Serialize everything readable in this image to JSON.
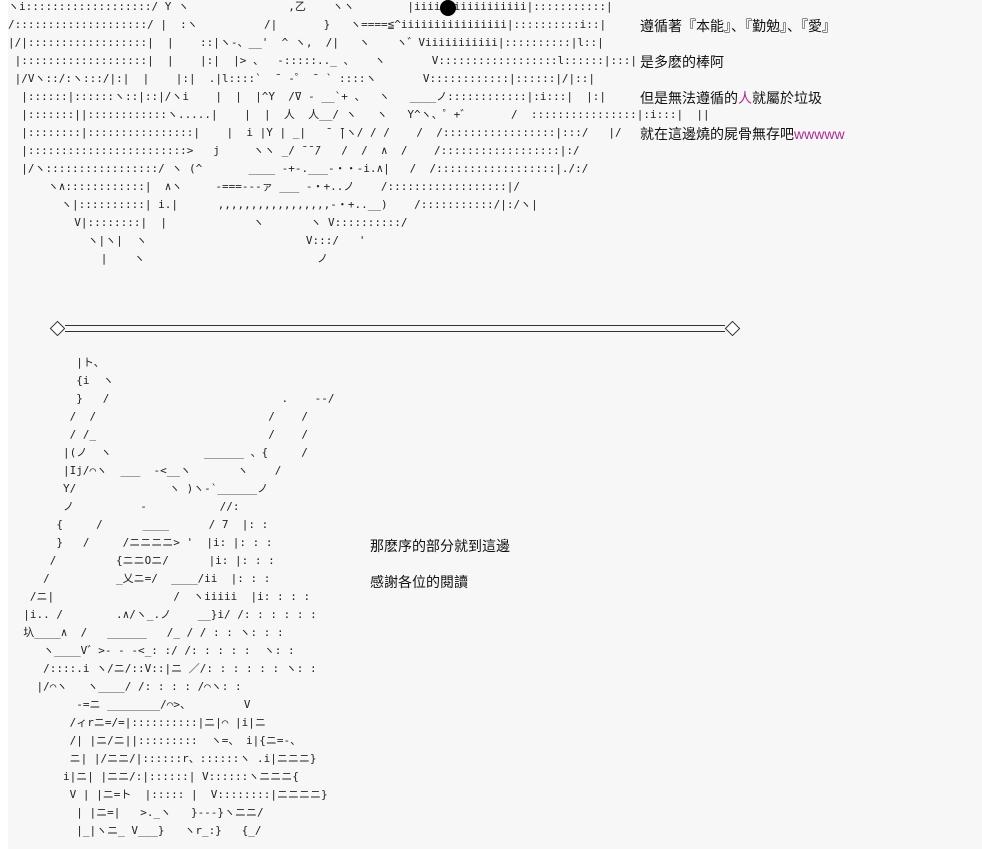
{
  "dialogue_top": [
    {
      "segments": [
        {
          "text": "遵循著『本能』、『勤勉』、『愛』",
          "hl": false
        }
      ]
    },
    {
      "segments": [
        {
          "text": "是多麽的棒阿",
          "hl": false
        }
      ]
    },
    {
      "segments": [
        {
          "text": "但是無法遵循的",
          "hl": false
        },
        {
          "text": "人",
          "hl": true
        },
        {
          "text": "就屬於垃圾",
          "hl": false
        }
      ]
    },
    {
      "segments": [
        {
          "text": "就在這邊燒的屍骨無存吧",
          "hl": false
        },
        {
          "text": "wwwww",
          "hl": true
        }
      ]
    }
  ],
  "dialogue_bottom": [
    "那麽序的部分就到這邊",
    "感謝各位的閱讀"
  ],
  "art": {
    "top": [
      "ヽi:::::::::::::::::::/ Y ヽ               ,乙    ヽヽ        |iiiiiiiiiiiiiiiii|:::::::::::|",
      "/::::::::::::::::::::/ |  :ヽ          /|       }   ヽ====≦^iiiiiiiiiiiiiiii|::::::::::i::|",
      "|/|::::::::::::::::::|  |    ::|ヽ-、__'  ^ ヽ,  /|   ヽ    ヽ゛Viiiiiiiiiii|::::::::::|l::|",
      " |:::::::::::::::::::|  |    |:|  |> 、  -:::::.._ 、   ヽ       V::::::::::::::::::l::::::|:::|",
      " |/Vヽ::/:ヽ:::/|:|  |    |:|  .|l::::`  ̄  -゜ ̄  ` ::::ヽ       V::::::::::::|::::::|/|::|",
      "  |::::::|::::::ヽ::|::|/ヽi    |  |  |^Y  /̄V - __`+ 、  ヽ   ____ノ::::::::::::|:i:::|  |:|",
      "  |:::::::||::::::::::::ヽ.....|    |  |  人  人__/ ヽ   ヽ   Y^ヽ、゜+゛      /  ::::::::::::::::|:i:::|  ||",
      "  |::::::::|::::::::::::::::|    |  i |Y | _|   ̄  ̄|ヽ/ / /    /  /:::::::::::::::::|:::/   |/",
      "  |::::::::::::::::::::::::>   j     ヽヽ _/ ̄ ̄ ̄/   /  /  ∧  /    /::::::::::::::::::|:/",
      "  |/ヽ:::::::::::::::::/ ヽ (^       ____ -+-.___-・・-i.∧|   /  /::::::::::::::::::|./:/",
      "      ヽ∧::::::::::::|  ∧ヽ     -===---ァ ___ -・+..ノ    /::::::::::::::::::|/",
      "        ヽ|::::::::::| i.|      ,,,,,,,,,,,,,,,,,-・+..__)    /:::::::::::/|:/ヽ|",
      "          V|::::::::|  |             ヽ       ヽ V::::::::::/",
      "            ヽ|ヽ|  ヽ                        V:::/   '",
      "              |    ヽ                          ノ"
    ],
    "bottom": [
      "          |ト、",
      "          {i  ヽ",
      "          }   /                          .    --/",
      "         /  /                          /    /",
      "         / /_                          /    /",
      "        |(ノ  ヽ              ______ 、{     /",
      "        |Ij/⌒ヽ  ___  -<__ヽ       ヽ    /",
      "        Y/              ヽ )ヽ-`______ノ",
      "        ノ          -           //:",
      "       {     /      ____      / 7  |: :",
      "       }   /     /ニニニニ> '  |i: |: : :",
      "      /         {ニニOニ/      |i: |: : :",
      "     /          _乂ニ=/  ____/ii  |: : :",
      "   /ニ|                  /  ヽiiiii  |i: : : :",
      "  |i.. /        .∧/ヽ_.ノ    __}i/ /: : : : : :",
      "  圦____∧  /   ______   /_ / / : : ヽ: : :",
      "     ヽ____V゛>- - -<_: :/ /: : : : :  ヽ: :",
      "     /::::.i ヽ/ニ/::V::|ニ ／/: : : : : : ヽ: :",
      "    |/⌒ヽ   ヽ____/ /: : : : /⌒ヽ: :",
      "          -=ニ ________/⌒>、        V",
      "         /ィrニ=/=|::::::::::|ニ|⌒ |i|ニ",
      "         /| |ニ/ニ||:::::::::  ヽ=、 i|{ニ=-、",
      "         ニ| |/ニニ/|::::::r、::::::ヽ .i|ニニニ}",
      "        i|ニ| |ニニ/:|::::::| V::::::ヽニニニ{",
      "         V | |ニ=ト  |::::: |  V::::::::|ニニニニ}",
      "          | |ニ=|   >._ヽ   }---}ヽニニ/",
      "          |_|ヽニ_ V___}   ヽr_:}   {_/"
    ]
  }
}
